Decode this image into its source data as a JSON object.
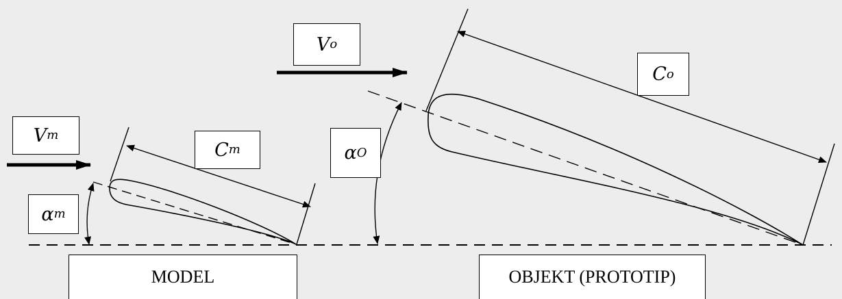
{
  "labels": {
    "v_model": {
      "main": "V",
      "sub": "m"
    },
    "v_object": {
      "main": "V",
      "sub": "o"
    },
    "c_model": {
      "main": "C",
      "sub": "m"
    },
    "c_object": {
      "main": "C",
      "sub": "o"
    },
    "a_model": {
      "main": "α",
      "sub": "m"
    },
    "a_object": {
      "main": "α",
      "sub": "O"
    }
  },
  "captions": {
    "model": "MODEL",
    "object": "OBJEKT (PROTOTIP)"
  },
  "colors": {
    "background": "#ededed",
    "stroke": "#000000",
    "box_fill": "#ffffff"
  }
}
